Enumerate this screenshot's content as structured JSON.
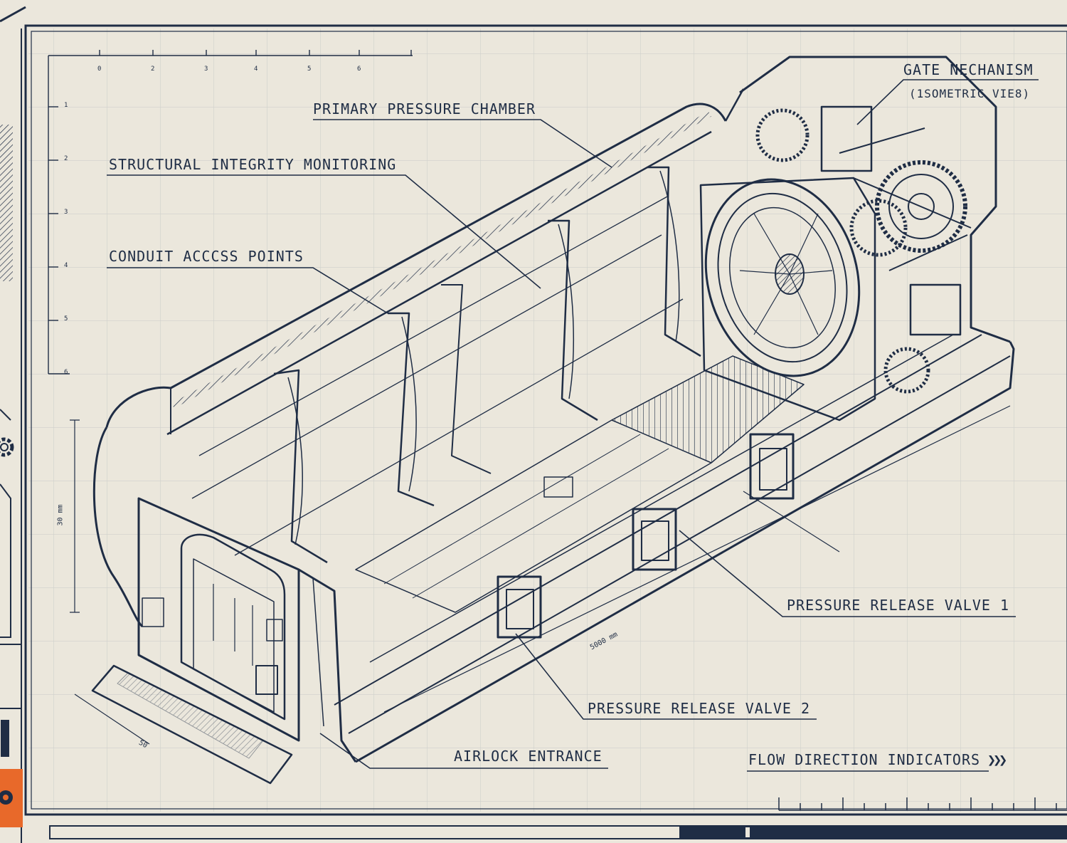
{
  "labels": {
    "gate_mechanism": "GATE NECHANISM",
    "isometric_view": "(1SOMETRIC VIE8)",
    "primary_pressure_chamber": "PRIMARY PRESSURE CHAMBER",
    "structural_integrity": "STRUCTURAL INTEGRITY MONITORING",
    "conduit_access": "CONDUIT ACCCSS POINTS",
    "valve_1": "PRESSURE RELEASE VALVE 1",
    "valve_2": "PRESSURE RELEASE VALVE 2",
    "airlock": "AIRLOCK ENTRANCE",
    "flow_direction": "FLOW DIRECTION INDICATORS",
    "flow_arrows": "❯❯❯"
  },
  "dimensions": {
    "height_label": "30 mm",
    "length_label": "5000 mm",
    "depth_label": "50"
  },
  "ruler": {
    "left_ticks": [
      "1",
      "2",
      "3",
      "4",
      "5",
      "6"
    ],
    "top_ticks": [
      "0",
      "2",
      "3",
      "4",
      "5",
      "6"
    ]
  },
  "colors": {
    "paper": "#ebe7dc",
    "ink": "#1f2d45",
    "grid": "#cfd0cb",
    "accent": "#e8692a"
  },
  "icons": [
    "gear-icon",
    "hazard-stripes-icon",
    "warning-icon"
  ]
}
